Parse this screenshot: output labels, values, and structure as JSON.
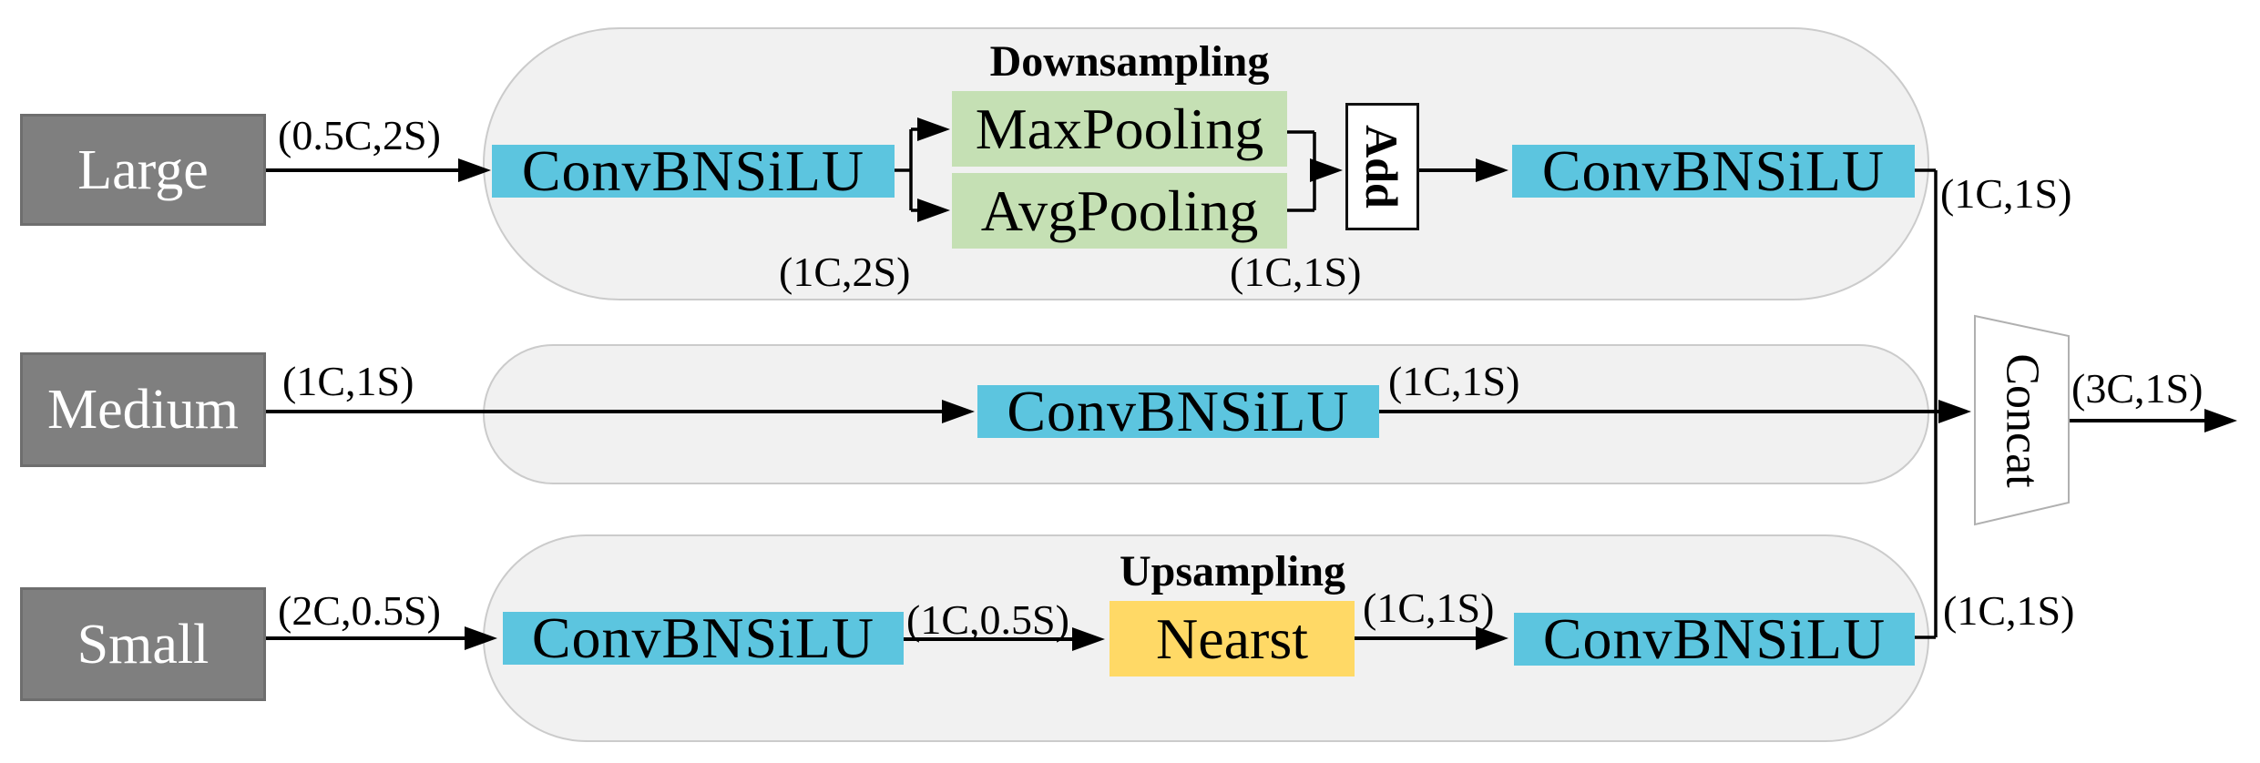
{
  "colors": {
    "conv_box": "#5CC5DF",
    "pool_box": "#C5E0B4",
    "upsample_box": "#FFD966",
    "input_box": "#7F7F7F",
    "pill_background": "#F1F1F1",
    "line": "#000000"
  },
  "inputs": {
    "large": {
      "label": "Large",
      "tag": "(0.5C,2S)"
    },
    "medium": {
      "label": "Medium",
      "tag": "(1C,1S)"
    },
    "small": {
      "label": "Small",
      "tag": "(2C,0.5S)"
    }
  },
  "top_branch": {
    "title": "Downsampling",
    "conv_in": "ConvBNSiLU",
    "maxpool": "MaxPooling",
    "avgpool": "AvgPooling",
    "add": "Add",
    "conv_out": "ConvBNSiLU",
    "label_after_conv": "(1C,2S)",
    "label_after_pool": "(1C,1S)",
    "label_out": "(1C,1S)"
  },
  "middle_branch": {
    "conv": "ConvBNSiLU",
    "label_out": "(1C,1S)"
  },
  "bottom_branch": {
    "title": "Upsampling",
    "conv_in": "ConvBNSiLU",
    "label_after_conv": "(1C,0.5S)",
    "upsample": "Nearst",
    "label_after_upsample": "(1C,1S)",
    "conv_out": "ConvBNSiLU",
    "label_out": "(1C,1S)"
  },
  "output": {
    "concat": "Concat",
    "label": "(3C,1S)"
  }
}
